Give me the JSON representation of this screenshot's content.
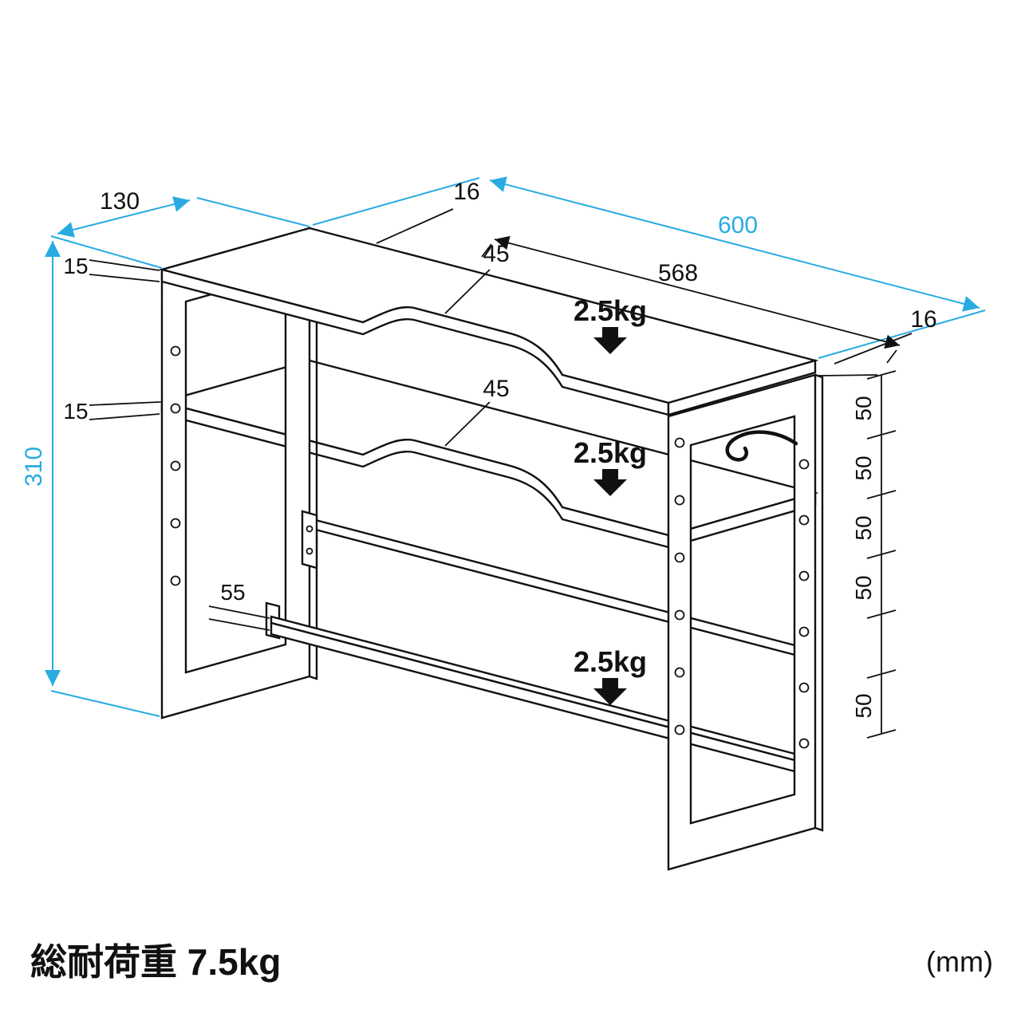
{
  "labels": {
    "depth": "130",
    "width": "600",
    "height": "310",
    "inner_width": "568",
    "board_edge_top": "16",
    "board_edge_right": "16",
    "shelf_thickness_upper": "15",
    "shelf_thickness_lower": "15",
    "notch_upper": "45",
    "notch_lower": "45",
    "rail_width": "55",
    "hole_pitch": [
      "50",
      "50",
      "50",
      "50",
      "50"
    ],
    "load_upper": "2.5kg",
    "load_middle": "2.5kg",
    "load_lower": "2.5kg",
    "total_load": "総耐荷重 7.5kg",
    "unit": "(mm)"
  },
  "colors": {
    "dimension_cyan": "#29abe2",
    "line_black": "#111111",
    "background": "#ffffff"
  }
}
